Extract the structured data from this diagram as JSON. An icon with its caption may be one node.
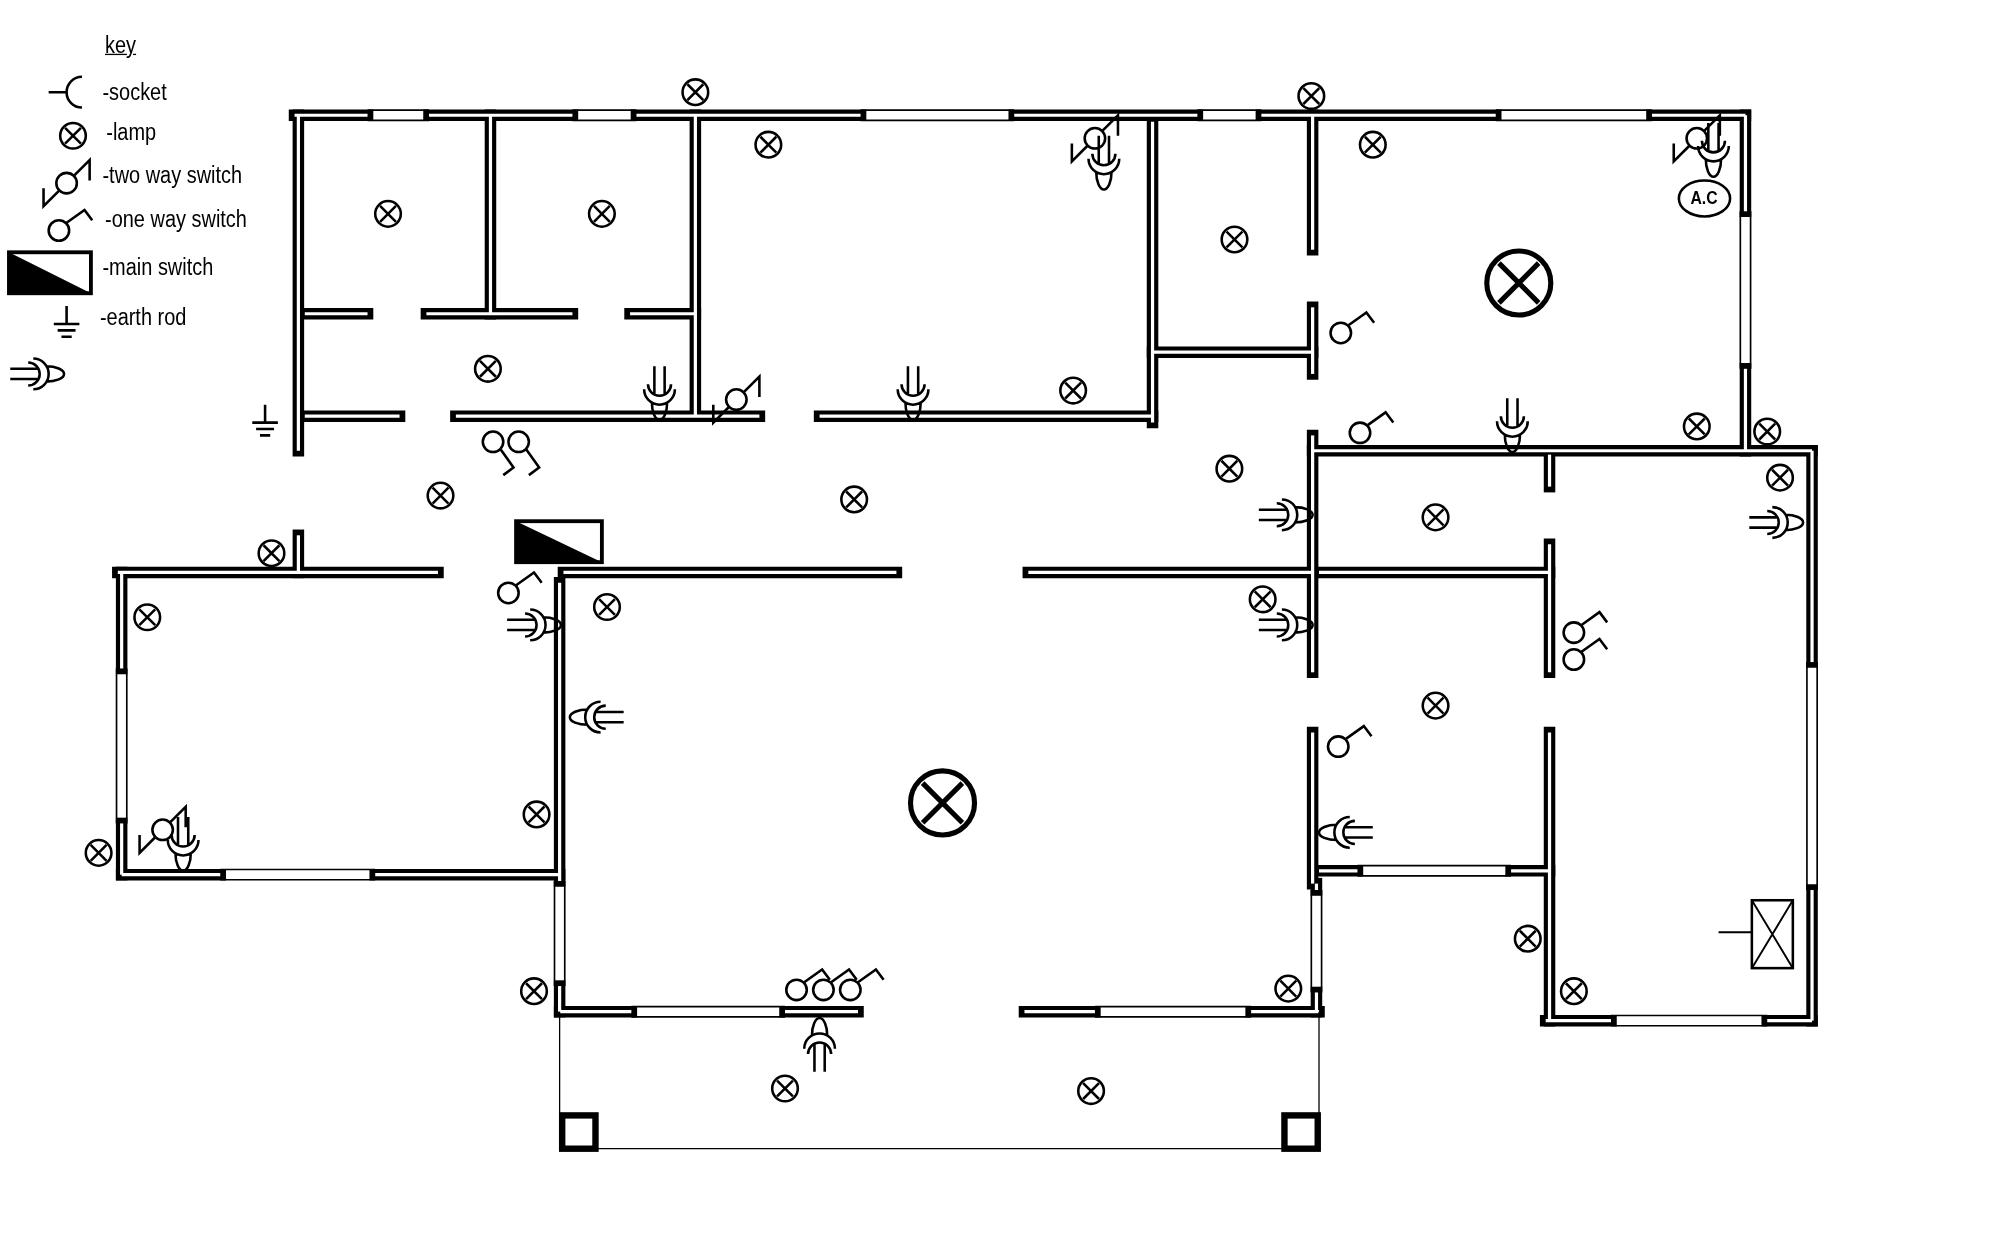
{
  "diagram": {
    "labels": [
      "key",
      "A.C"
    ],
    "legend": [
      {
        "text": "-socket"
      },
      {
        "text": "-lamp"
      },
      {
        "text": "-two way switch"
      },
      {
        "text": "-one way switch"
      },
      {
        "text": "-main switch"
      },
      {
        "text": "-earth rod"
      }
    ]
  }
}
